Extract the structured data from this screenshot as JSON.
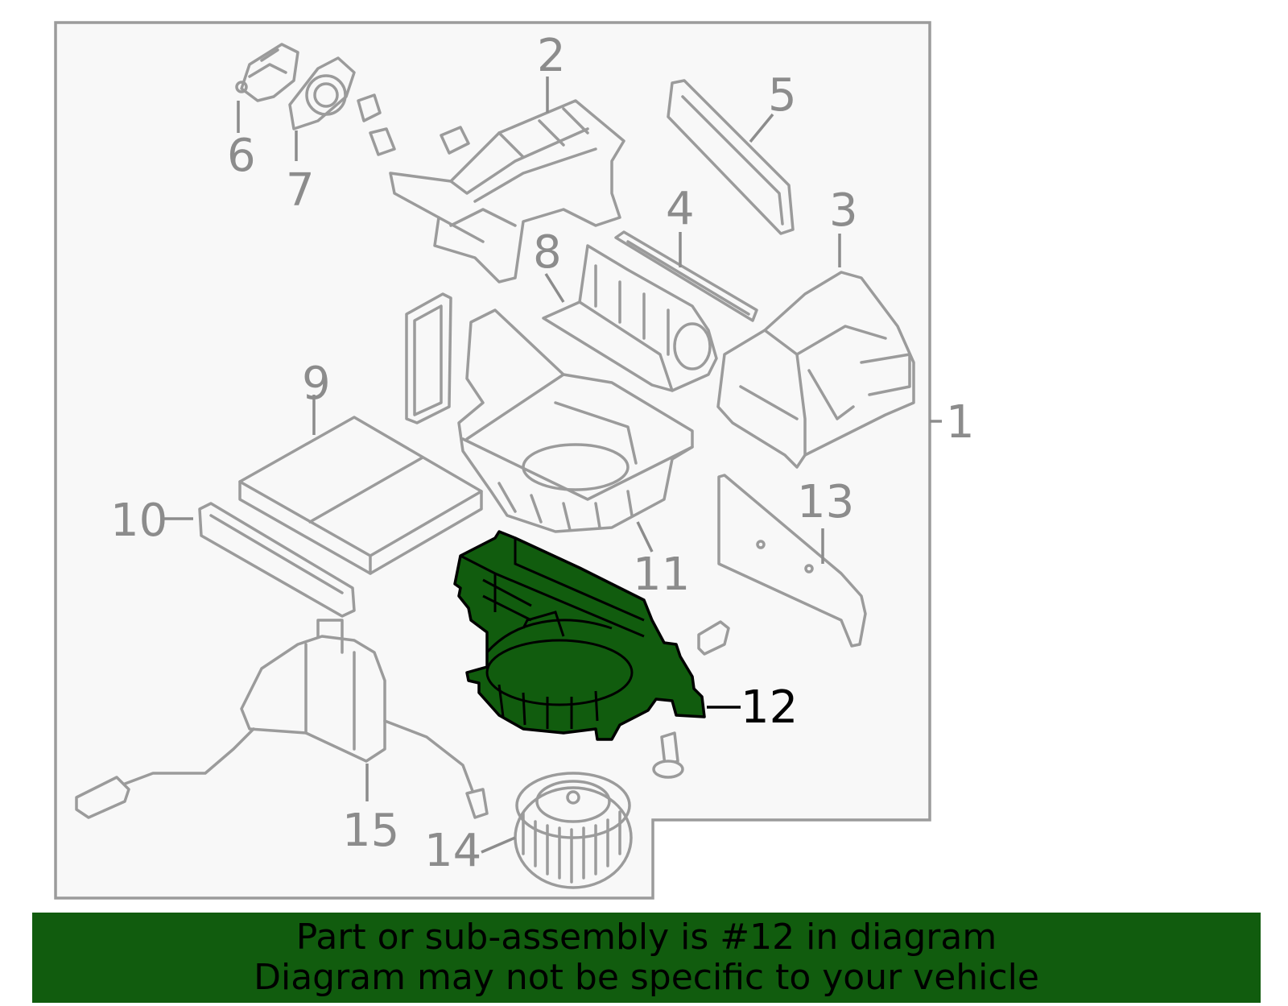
{
  "diagram": {
    "callouts": [
      "1",
      "2",
      "3",
      "4",
      "5",
      "6",
      "7",
      "8",
      "9",
      "10",
      "11",
      "12",
      "13",
      "14",
      "15"
    ],
    "highlighted_part": "12"
  },
  "colors": {
    "highlight": "#115c0e",
    "line_art": "#9b9b9b",
    "background_panel": "#f8f8f8",
    "banner": "#115c0e"
  },
  "banner": {
    "line1": "Part or sub-assembly is #12 in diagram",
    "line2": "Diagram may not be specific to your vehicle"
  }
}
